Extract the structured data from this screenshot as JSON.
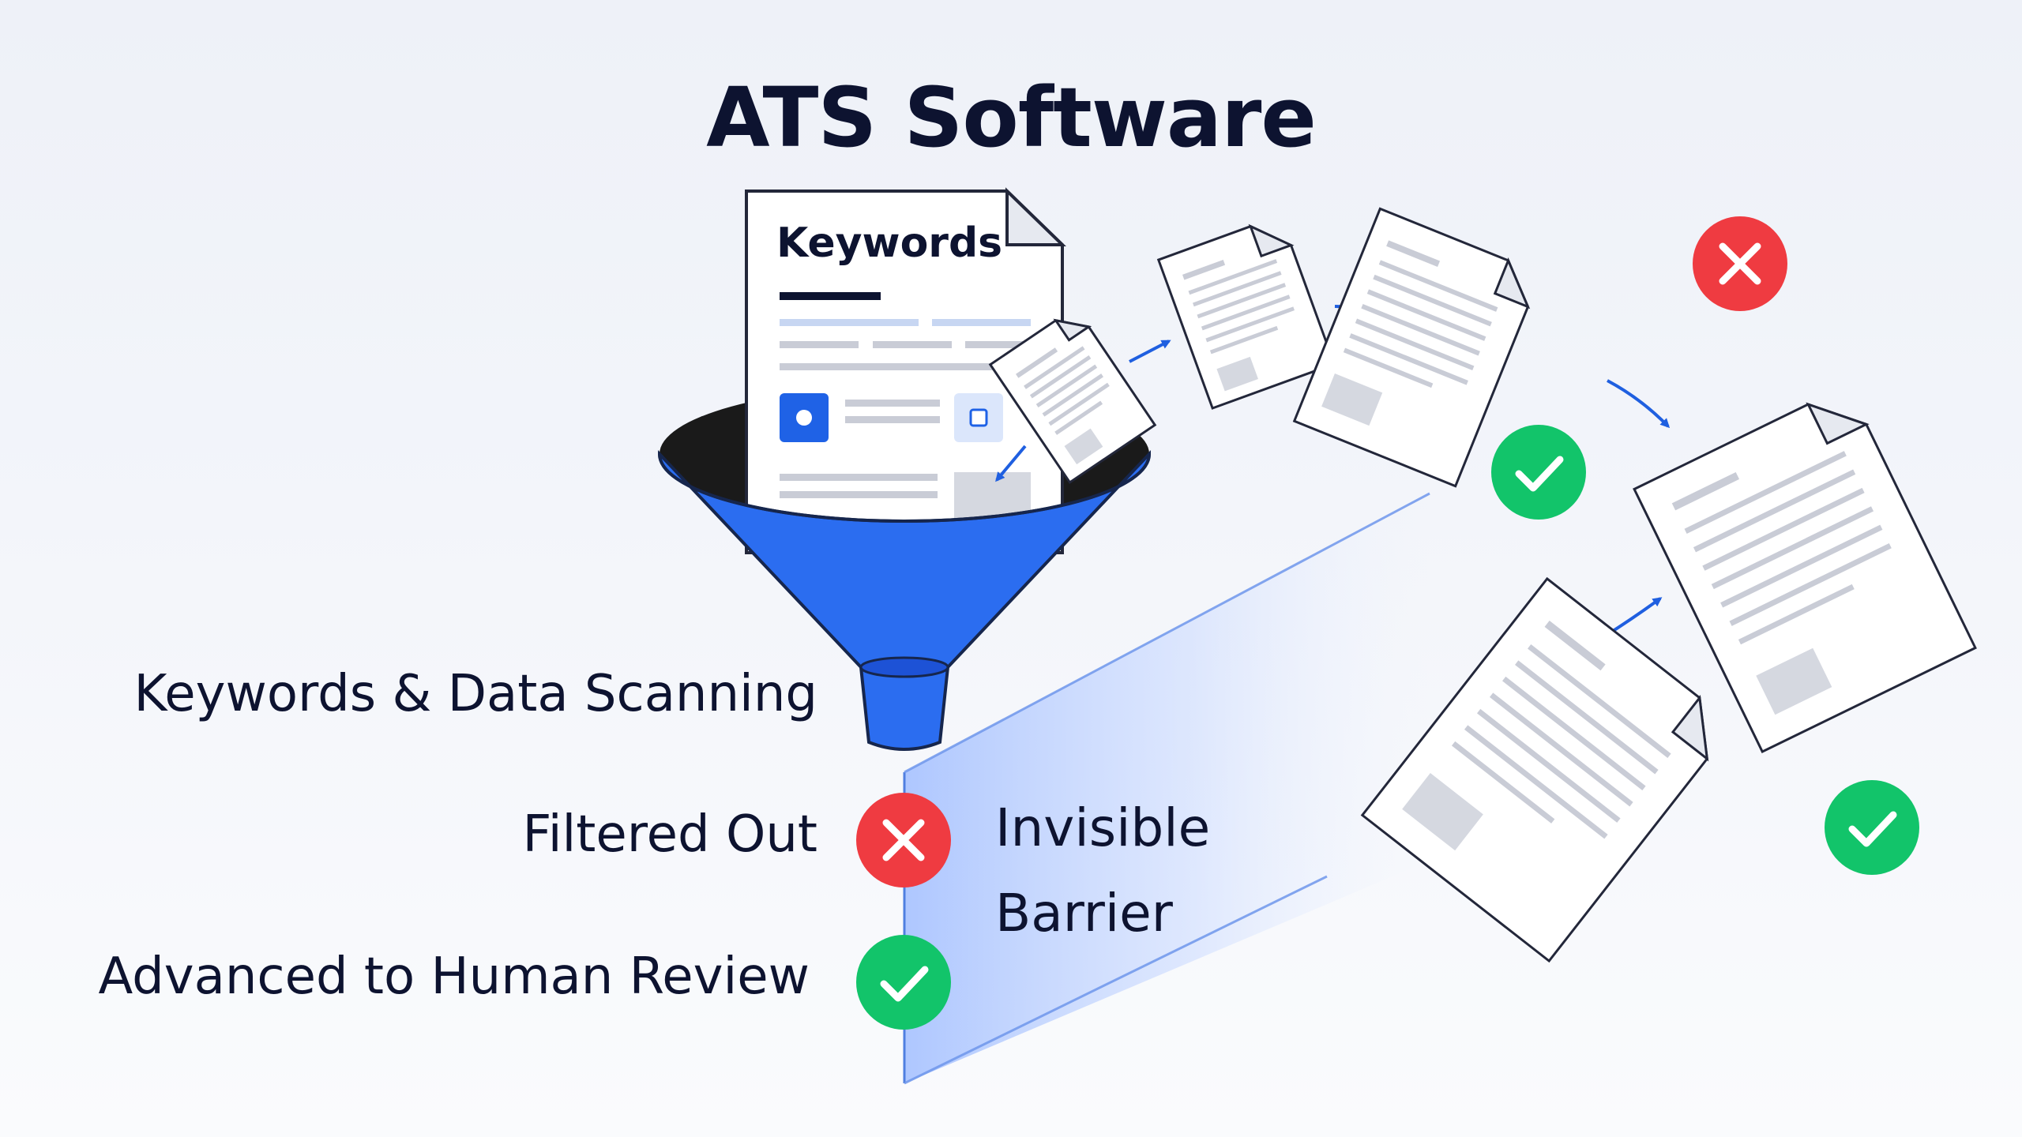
{
  "title": "ATS Software",
  "main_document": {
    "heading": "Keywords"
  },
  "legend": {
    "scanning": "Keywords & Data Scanning",
    "filtered_out": "Filtered Out",
    "advanced": "Advanced to Human Review"
  },
  "barrier": {
    "line1": "Invisible",
    "line2": "Barrier"
  },
  "colors": {
    "funnel": "#2b6df0",
    "funnel_dark": "#1d52d6",
    "reject": "#ef3b41",
    "accept": "#12c46a",
    "arrow": "#1f5fe0",
    "ink": "#0d1330"
  },
  "icons": {
    "reject": "close-icon",
    "accept": "check-icon"
  }
}
